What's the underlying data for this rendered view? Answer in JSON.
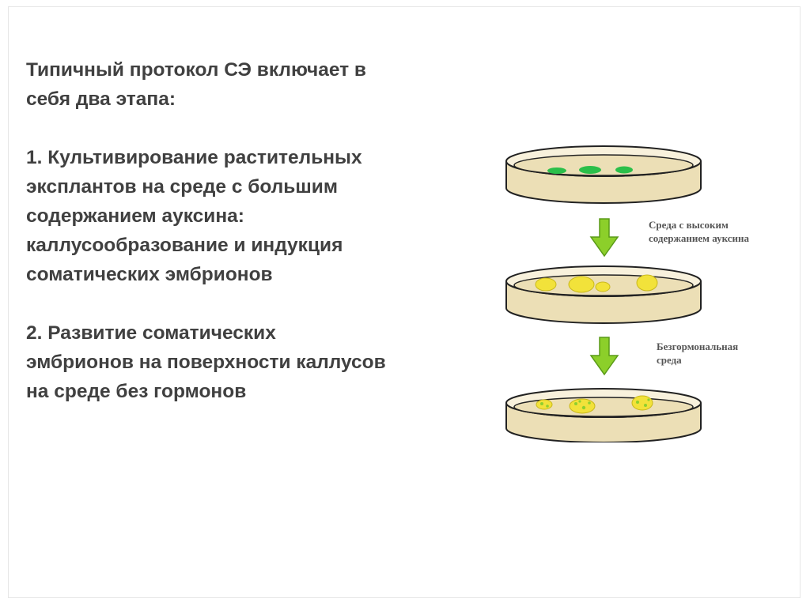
{
  "intro": {
    "lines": [
      "Типичный протокол СЭ включает в",
      "себя два этапа:"
    ]
  },
  "step1": {
    "lines": [
      "1. Культивирование растительных",
      "эксплантов на среде с большим",
      "содержанием ауксина:",
      "каллусообразование и индукция",
      "соматических эмбрионов"
    ]
  },
  "step2": {
    "lines": [
      "2. Развитие соматических",
      "эмбрионов на поверхности каллусов",
      "на среде без гормонов"
    ]
  },
  "diagram": {
    "caption_high_auxin": [
      "Среда с высоким",
      "содержанием ауксина"
    ],
    "caption_hormone_free": [
      "Безгормональная",
      "среда"
    ],
    "colors": {
      "dish_fill": "#ecdfb6",
      "dish_stroke": "#222222",
      "explant": "#2bbf4a",
      "callus": "#f2e23a",
      "embryo_dot": "#8fcf2f",
      "arrow": "#8ccf2a"
    }
  }
}
